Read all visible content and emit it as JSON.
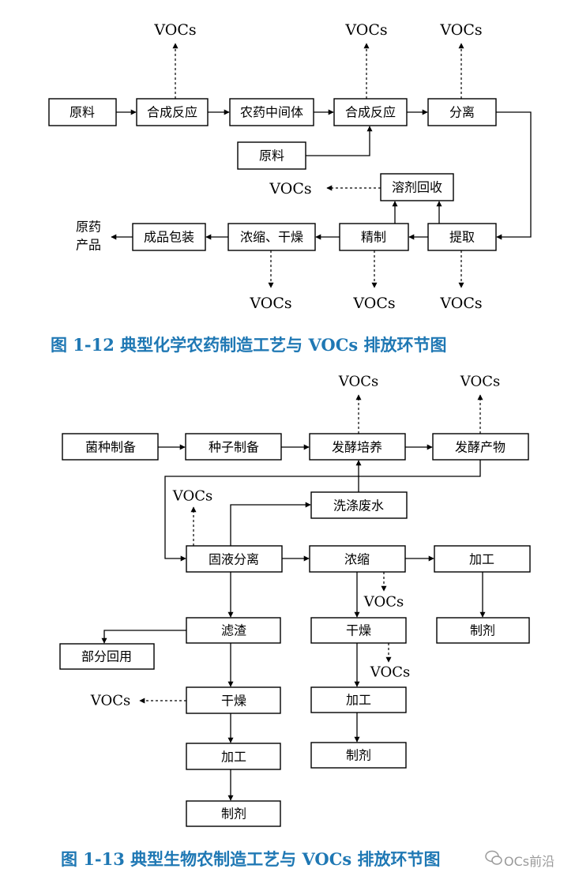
{
  "fig12": {
    "voc": "VOCs",
    "raw1": "原料",
    "synth1": "合成反应",
    "intermediate": "农药中间体",
    "synth2": "合成反应",
    "separation": "分离",
    "raw2": "原料",
    "solvent_recovery": "溶剂回收",
    "extraction": "提取",
    "refining": "精制",
    "concentrate_dry": "浓缩、干燥",
    "packaging": "成品包装",
    "product_line1": "原药",
    "product_line2": "产品",
    "caption": "图 1-12    典型化学农药制造工艺与 VOCs 排放环节图"
  },
  "fig13": {
    "voc": "VOCs",
    "strain_prep": "菌种制备",
    "seed_prep": "种子制备",
    "ferment_culture": "发酵培养",
    "ferment_product": "发酵产物",
    "wash_water": "洗涤废水",
    "sl_separation": "固液分离",
    "concentrate": "浓缩",
    "process_a": "加工",
    "formulation_a": "制剂",
    "residue": "滤渣",
    "partial_reuse": "部分回用",
    "dry_b": "干燥",
    "process_b": "加工",
    "formulation_b": "制剂",
    "dry_c": "干燥",
    "process_c": "加工",
    "formulation_c": "制剂",
    "caption": "图 1-13    典型生物农制造工艺与 VOCs 排放环节图"
  },
  "watermark": "OCs前沿",
  "colors": {
    "caption": "#1f78b4",
    "line": "#000000",
    "watermark": "#9a9a9a"
  }
}
